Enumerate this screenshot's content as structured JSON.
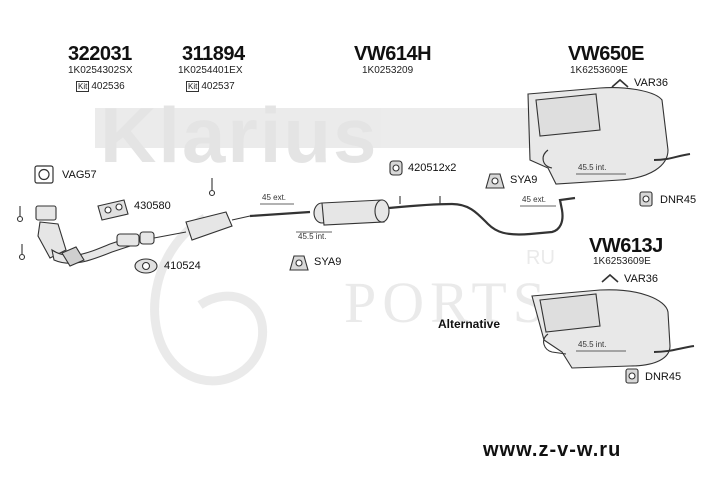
{
  "watermark": {
    "brand": "Klarius",
    "ru": "RU",
    "ports": "PORTS"
  },
  "top_parts": [
    {
      "code": "322031",
      "ref": "1K0254302SX",
      "kit": "Kit",
      "kit_no": "402536"
    },
    {
      "code": "311894",
      "ref": "1K0254401EX",
      "kit": "Kit",
      "kit_no": "402537"
    },
    {
      "code": "VW614H",
      "ref": "1K0253209"
    },
    {
      "code": "VW650E",
      "ref": "1K6253609E"
    }
  ],
  "alt_part": {
    "code": "VW613J",
    "ref": "1K6253609E"
  },
  "labels": {
    "vag57": "VAG57",
    "n430580": "430580",
    "n410524": "410524",
    "n420512": "420512x2",
    "sya9_top": "SYA9",
    "sya9_bottom": "SYA9",
    "var36_top": "VAR36",
    "var36_bottom": "VAR36",
    "dnr45_top": "DNR45",
    "dnr45_bottom": "DNR45"
  },
  "dims": {
    "d1": "45 ext.",
    "d2": "45.5 int.",
    "d3": "45.5 int.",
    "d4": "45 ext.",
    "d5": "45.5 int."
  },
  "alternative": "Alternative",
  "url": "www.z-v-w.ru"
}
